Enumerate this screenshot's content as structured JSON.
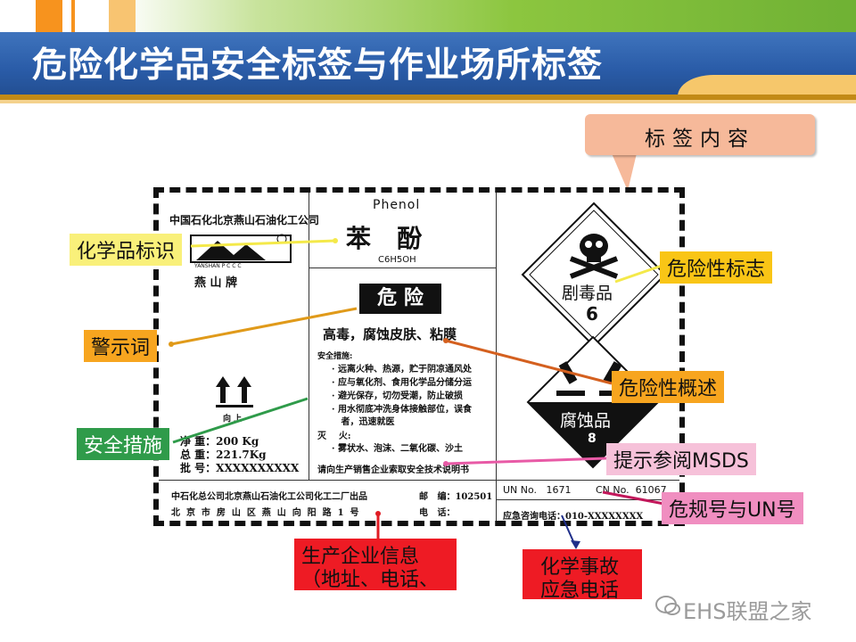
{
  "header": {
    "title": "危险化学品安全标签与作业场所标签"
  },
  "callout": {
    "text": "标签内容"
  },
  "label": {
    "company_name": "中国石化北京燕山石油化工公司",
    "brand": "燕 山 牌",
    "logo_text": "YANSHAN  P C C C",
    "english_name": "Phenol",
    "chinese_name": "苯   酚",
    "formula": "C6H5OH",
    "signal_word": "危 险",
    "hazard_summary": "高毒，腐蚀皮肤、粘膜",
    "safety_heading": "安全措施:",
    "safety_items": [
      "· 远离火种、热源，贮于阴凉通风处",
      "· 应与氧化剂、食用化学品分储分运",
      "· 避光保存，切勿受潮，防止破损",
      "· 用水彻底冲洗身体接触部位，误食",
      "   者，迅速就医"
    ],
    "fire_heading": "灭    火:",
    "fire_item": "· 雾状水、泡沫、二氧化碳、沙土",
    "msds_note": "请向生产销售企业索取安全技术说明书",
    "up_label": "向  上",
    "net_weight": "净    重：200 Kg",
    "gross_weight": "总    重：221.7Kg",
    "batch": "批    号：XXXXXXXXXX",
    "manufacturer_line1": "中石化总公司北京燕山石油化工公司化工二厂出品",
    "manufacturer_line2": "北  京  市  房  山  区  燕  山  向  阳  路  1  号",
    "postcode": "邮   编：102501",
    "phone": "电   话：",
    "un_no": "UN No.   1671",
    "cn_no": "CN No.  61067",
    "emergency": "应急咨询电话：010-XXXXXXXX",
    "toxic_diamond": "剧毒品",
    "toxic_class": "6",
    "corrosive_diamond": "腐蚀品",
    "corrosive_class": "8"
  },
  "tags": {
    "chem_id": "化学品标识",
    "warning_word": "警示词",
    "safety_measures": "安全措施",
    "hazard_sign": "危险性标志",
    "hazard_overview": "危险性概述",
    "msds": "提示参阅MSDS",
    "un_number": "危规号与UN号",
    "manufacturer_info_1": "生产企业信息",
    "manufacturer_info_2": "（地址、电话、",
    "emergency_1": "化学事故",
    "emergency_2": "应急电话"
  },
  "watermark": "EHS联盟之家",
  "colors": {
    "title_bar": "#2a5ca8",
    "tag_yellow": "#f9f07a",
    "tag_orange": "#f7a51f",
    "tag_green": "#2f9b4a",
    "tag_pink": "#f08ec0",
    "tag_red": "#ee1b24"
  }
}
